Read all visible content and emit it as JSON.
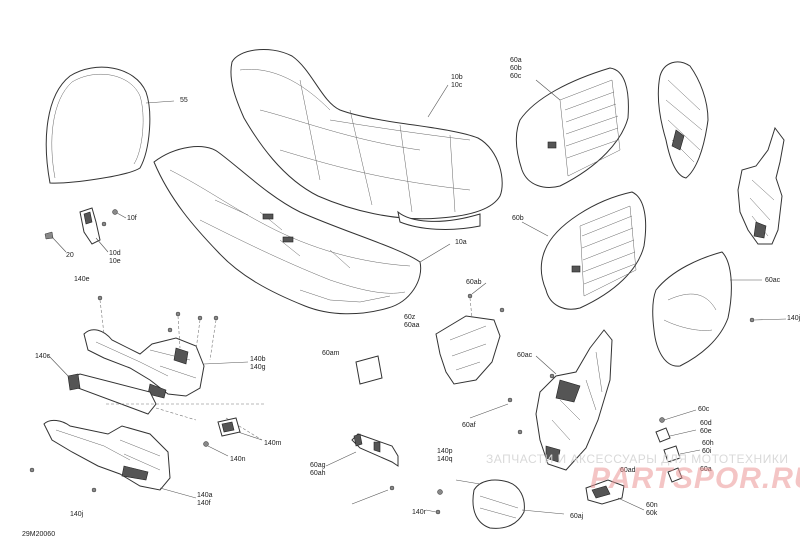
{
  "watermark": {
    "line1": "ЗАПЧАСТИ И АКСЕССУАРЫ ДЛЯ МОТОТЕХНИКИ",
    "line2": "PARTSPOR.RU"
  },
  "diagram_id": "29M20060",
  "labels": {
    "p55": "55",
    "p10b": "10b\n10c",
    "p60abc": "60a\n60b\n60c",
    "p10f": "10f",
    "p10d": "10d\n10e",
    "p20": "20",
    "p10a": "10a",
    "p60b": "60b",
    "p60ac_top": "60ac",
    "p140j_right": "140j",
    "p140e": "140e",
    "p60ab": "60ab",
    "p60z": "60z\n60aa",
    "p60am": "60am",
    "p60ac_mid": "60ac",
    "p140c": "140c",
    "p140b": "140b\n140g",
    "p60af": "60af",
    "p60c": "60c",
    "p60d": "60d\n60e",
    "p140m": "140m",
    "p140n": "140n",
    "p60h": "60h\n60i",
    "p60ag": "60ag\n60ah",
    "p140p": "140p\n140q",
    "p60g": "60a",
    "p140a": "140a\n140f",
    "p60ad": "60ad",
    "p60n": "60n\n60k",
    "p60aj": "60aj",
    "p140r": "140r",
    "p140j": "140j"
  }
}
